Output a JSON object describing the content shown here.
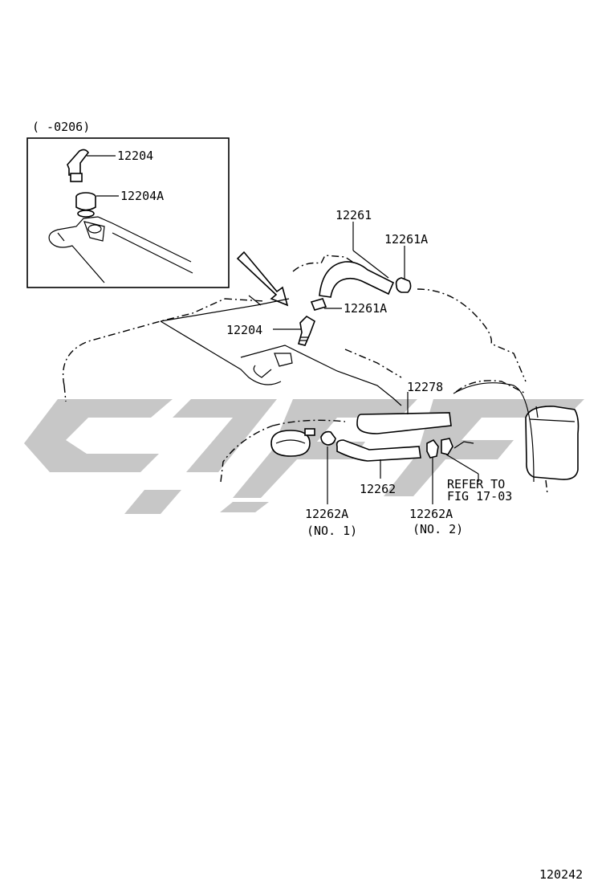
{
  "inset": {
    "date_range": "(      -0206)",
    "labels": {
      "part_12204": "12204",
      "part_12204A": "12204A"
    }
  },
  "main": {
    "labels": {
      "part_12261": "12261",
      "part_12261A_top": "12261A",
      "part_12261A_mid": "12261A",
      "part_12204": "12204",
      "part_12278": "12278",
      "part_12262": "12262",
      "part_12262A_no1": "12262A",
      "part_12262A_no1_note": "(NO. 1)",
      "part_12262A_no2": "12262A",
      "part_12262A_no2_note": "(NO. 2)",
      "refer_line1": "REFER TO",
      "refer_line2": "FIG 17-03"
    }
  },
  "figure_number": "120242"
}
